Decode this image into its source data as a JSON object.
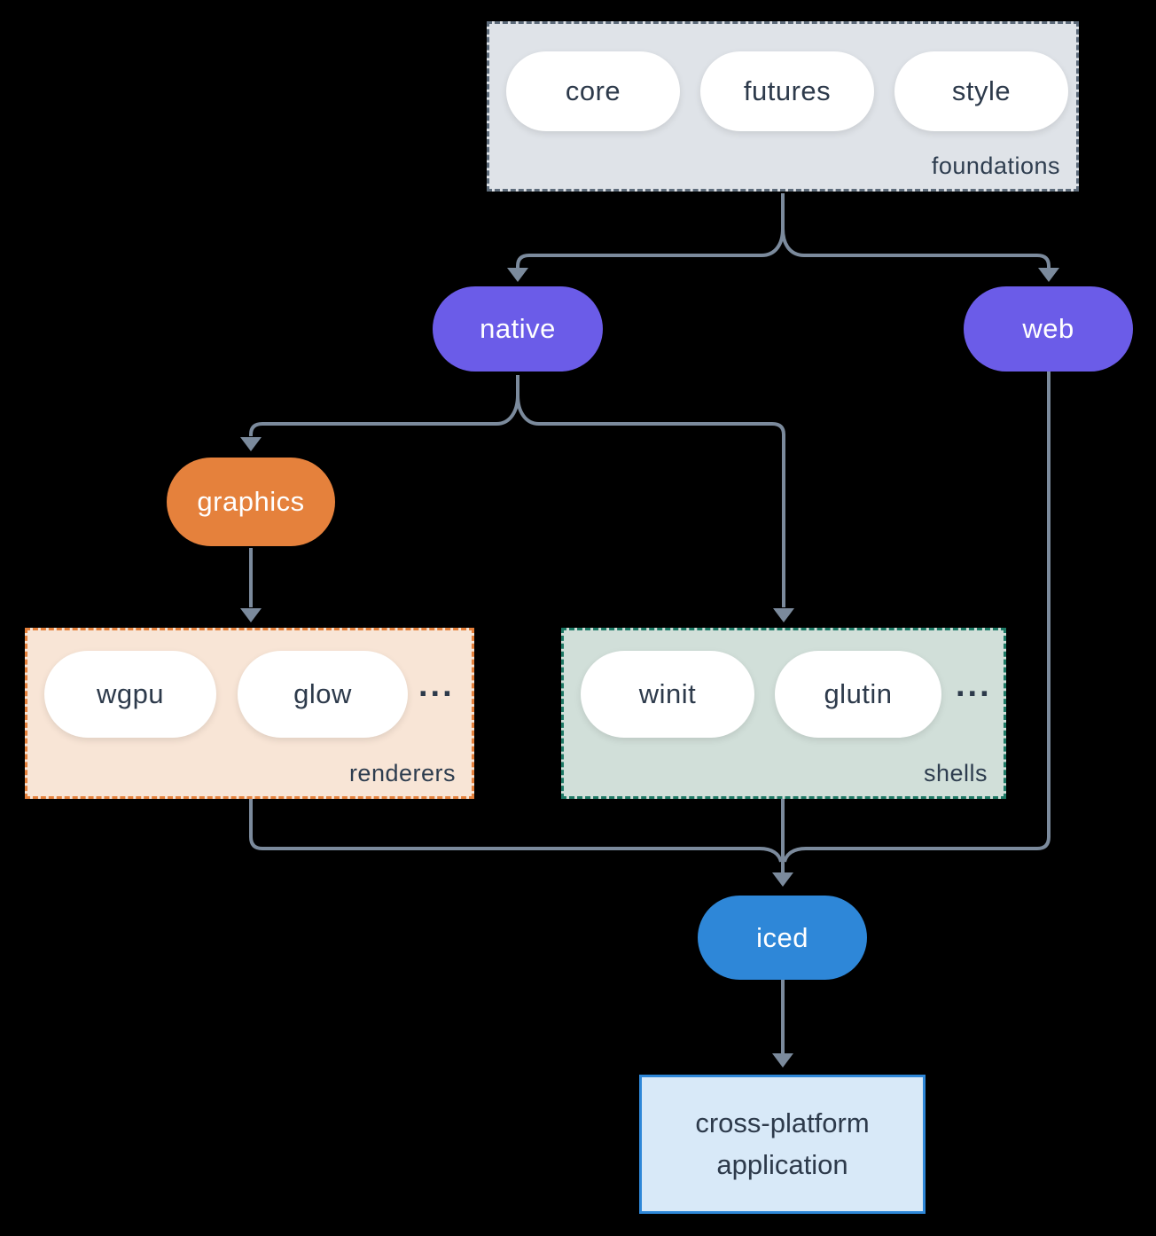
{
  "colors": {
    "background": "#000000",
    "node_purple": "#6b5ce8",
    "node_orange": "#e5813c",
    "node_blue": "#2e87d8",
    "white_pill": "#ffffff",
    "group_foundations_fill": "#dfe3e8",
    "group_foundations_border": "#5d6b7a",
    "group_renderers_fill": "#f8e5d6",
    "group_renderers_border": "#e5813c",
    "group_shells_fill": "#d1dfd9",
    "group_shells_border": "#1e7a66",
    "app_box_fill": "#d8e9f8",
    "app_box_border": "#2e87d8",
    "connector": "#7b8a9c",
    "text_dark": "#2e3d4f",
    "text_light": "#ffffff"
  },
  "diagram": {
    "foundations": {
      "label": "foundations",
      "pills": [
        "core",
        "futures",
        "style"
      ]
    },
    "native": {
      "label": "native"
    },
    "web": {
      "label": "web"
    },
    "graphics": {
      "label": "graphics"
    },
    "renderers": {
      "label": "renderers",
      "pills": [
        "wgpu",
        "glow"
      ],
      "more": "..."
    },
    "shells": {
      "label": "shells",
      "pills": [
        "winit",
        "glutin"
      ],
      "more": "..."
    },
    "iced": {
      "label": "iced"
    },
    "application": {
      "label": "cross-platform application"
    }
  }
}
